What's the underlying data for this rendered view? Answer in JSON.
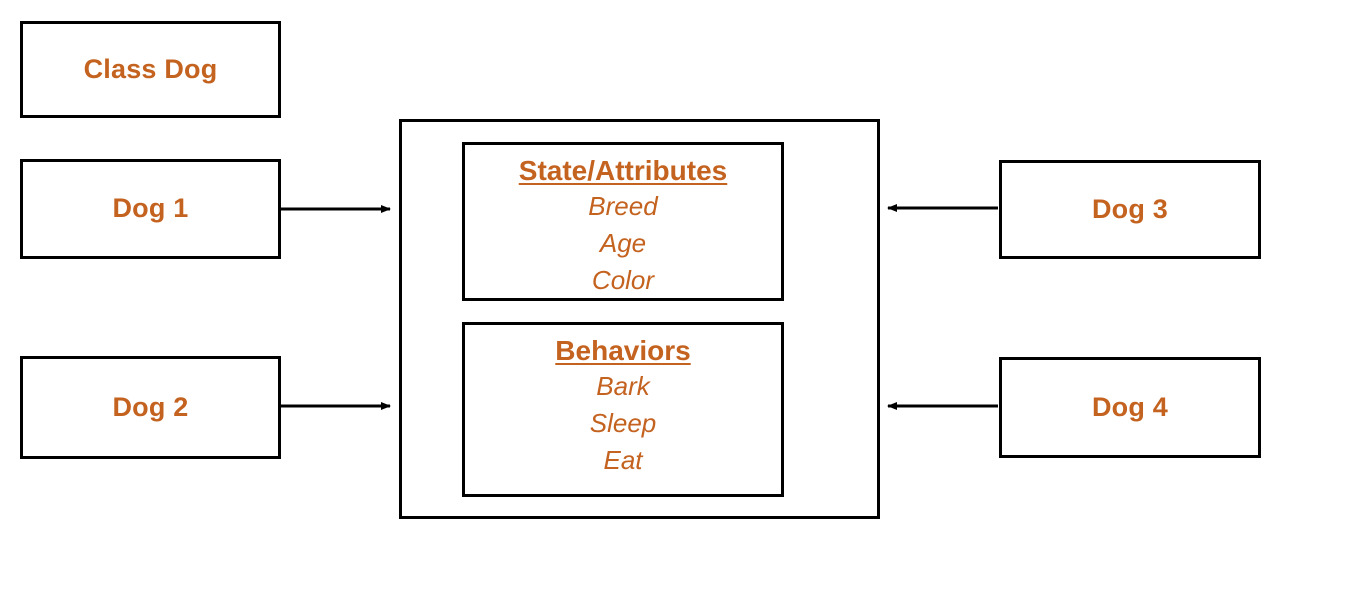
{
  "diagram": {
    "title_box": {
      "label": "Class Dog"
    },
    "instances_left": [
      {
        "label": "Dog 1"
      },
      {
        "label": "Dog 2"
      }
    ],
    "instances_right": [
      {
        "label": "Dog 3"
      },
      {
        "label": "Dog 4"
      }
    ],
    "class_body": {
      "sections": [
        {
          "title": "State/Attributes",
          "items": [
            "Breed",
            "Age",
            "Color"
          ]
        },
        {
          "title": "Behaviors",
          "items": [
            "Bark",
            "Sleep",
            "Eat"
          ]
        }
      ]
    },
    "arrows": [
      {
        "name": "dog-1-to-class",
        "direction": "right"
      },
      {
        "name": "dog-2-to-class",
        "direction": "right"
      },
      {
        "name": "dog-3-to-class",
        "direction": "left"
      },
      {
        "name": "dog-4-to-class",
        "direction": "left"
      }
    ],
    "colors": {
      "text_accent": "#C4621F",
      "stroke": "#000000",
      "background": "#FFFFFF"
    }
  }
}
